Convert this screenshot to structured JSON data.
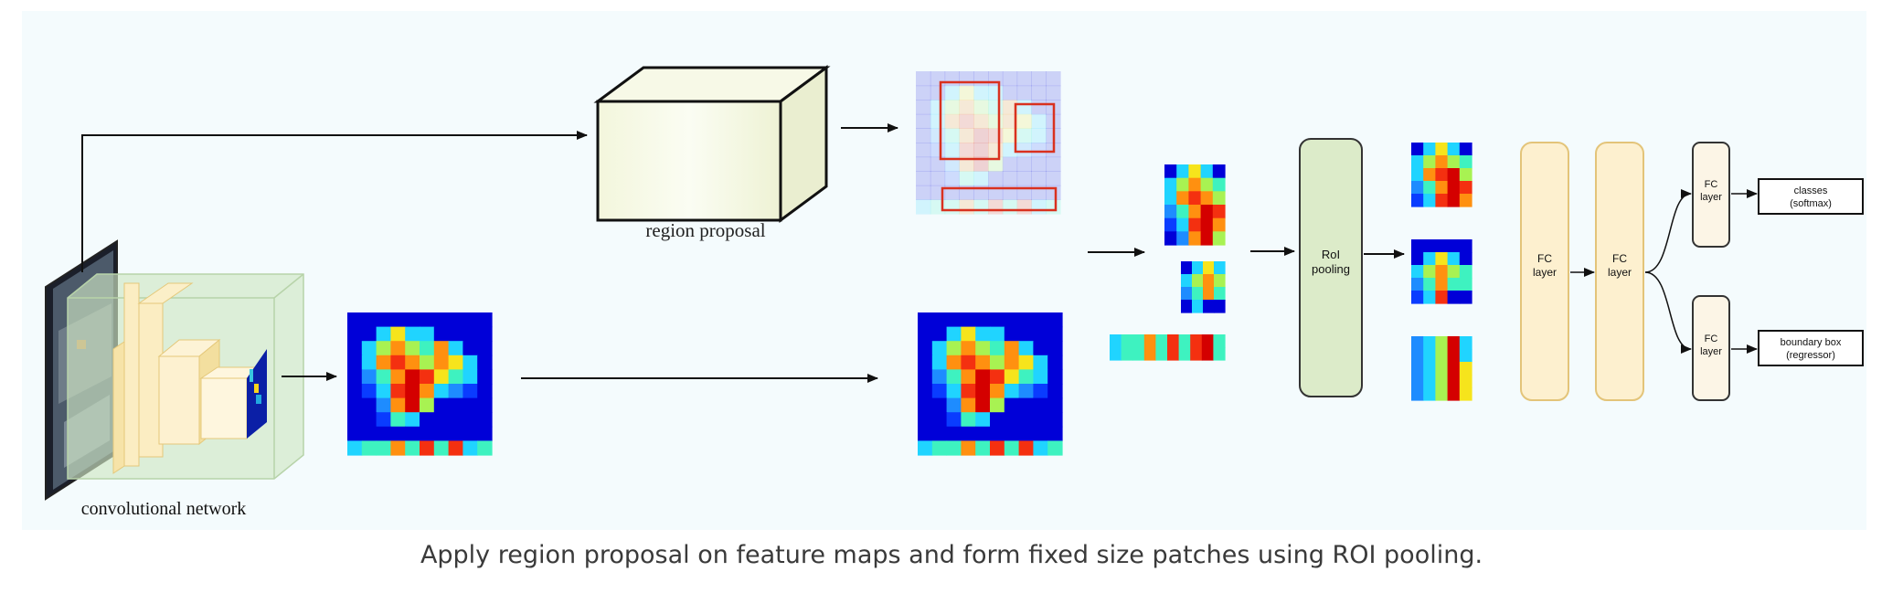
{
  "diagram": {
    "labels": {
      "region_proposal": "region proposal",
      "conv_network": "convolutional network",
      "roi_pooling": [
        "RoI",
        "pooling"
      ],
      "fc_layer": [
        "FC",
        "layer"
      ],
      "classes": [
        "classes",
        "(softmax)"
      ],
      "boundary_box": [
        "boundary box",
        "(regressor)"
      ]
    },
    "colors": {
      "background": "#f4fbfd",
      "roi_box": "#dcebc9",
      "fc_box": "#fdf0cf",
      "fc_small_box": "#fcf5e6",
      "proposal_box_stroke": "#d9311f",
      "heatmap_low": "#00008f",
      "heatmap_high": "#d40000"
    }
  },
  "caption": "Apply region proposal on feature maps and form fixed size patches using ROI pooling."
}
